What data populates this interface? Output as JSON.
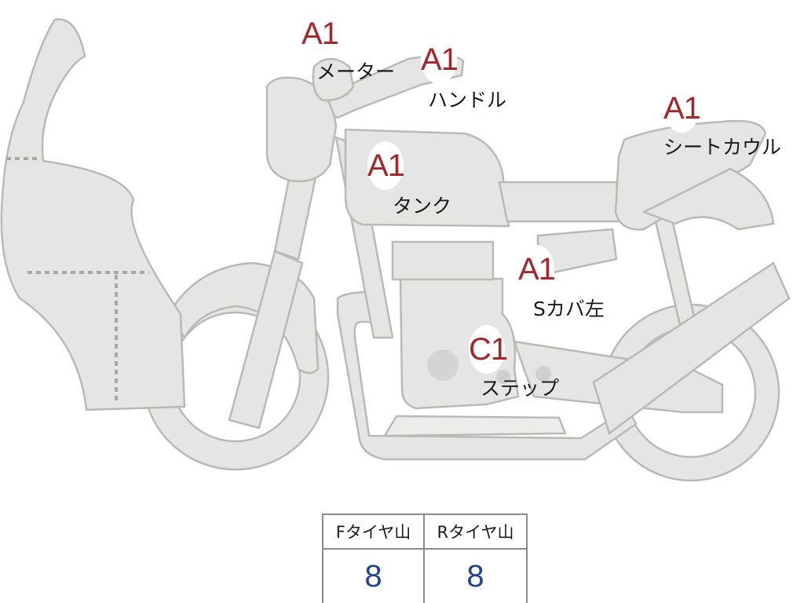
{
  "parts": [
    {
      "id": "meter",
      "label": "メーター",
      "grade": "A1"
    },
    {
      "id": "handle",
      "label": "ハンドル",
      "grade": "A1"
    },
    {
      "id": "seat-cowl",
      "label": "シートカウル",
      "grade": "A1"
    },
    {
      "id": "tank",
      "label": "タンク",
      "grade": "A1"
    },
    {
      "id": "s-cover-left",
      "label": "Sカバ左",
      "grade": "A1"
    },
    {
      "id": "step",
      "label": "ステップ",
      "grade": "C1"
    }
  ],
  "tread": {
    "front_label": "Fタイヤ山",
    "front_value": "8",
    "rear_label": "Rタイヤ山",
    "rear_value": "8"
  },
  "colors": {
    "body": "#e5e5e3",
    "outline": "#b9b9b6",
    "grade": "#a3282c",
    "tread_value": "#23428f"
  }
}
